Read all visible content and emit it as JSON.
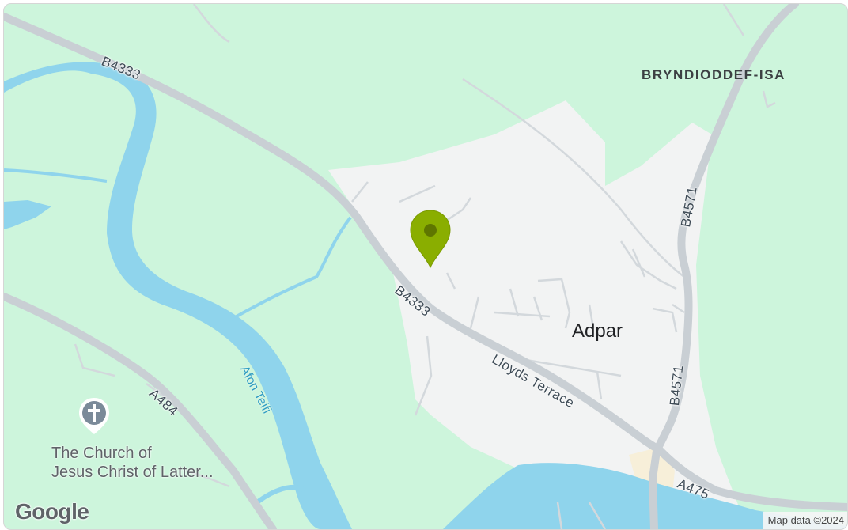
{
  "map": {
    "labels": {
      "area_name": "BRYNDIODDEF-ISA",
      "town_name": "Adpar",
      "river_name": "Afon Teifi"
    },
    "roads": {
      "b4333_upper": "B4333",
      "b4333_lower": "B4333",
      "b4571_upper": "B4571",
      "b4571_lower": "B4571",
      "a484": "A484",
      "a475": "A475",
      "lloyds_terrace": "Lloyds Terrace"
    },
    "poi": {
      "line1": "The Church of",
      "line2": "Jesus Christ of Latter...",
      "icon": "church-cross-icon"
    },
    "marker": {
      "icon": "location-pin-icon",
      "color": "#8aae00"
    },
    "branding": {
      "logo_text": "Google",
      "attribution": "Map data ©2024"
    },
    "colors": {
      "park": "#cdf5dc",
      "urban": "#f2f3f3",
      "water": "#8fd4ec",
      "road": "#c9cfd4"
    }
  }
}
